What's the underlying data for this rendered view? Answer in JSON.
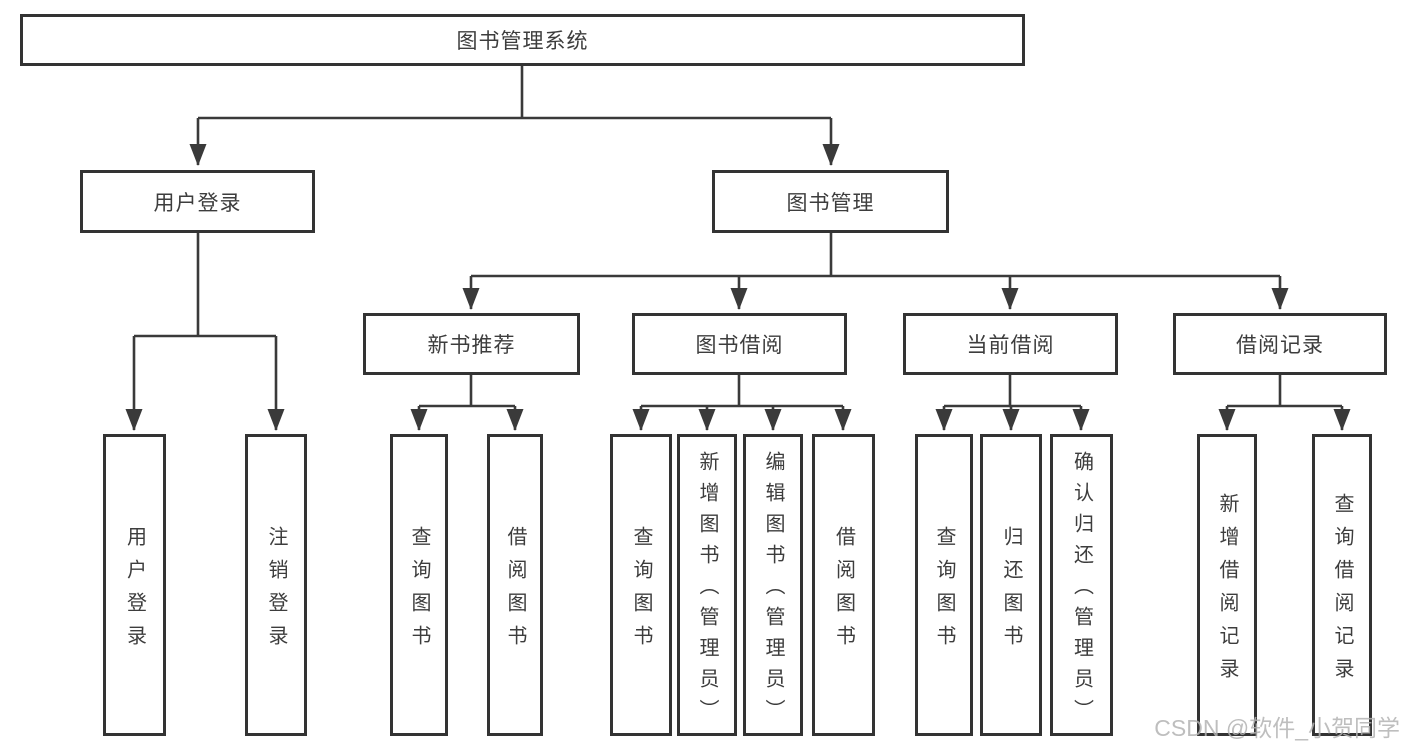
{
  "tree": {
    "label": "图书管理系统",
    "children": [
      {
        "label": "用户登录",
        "children": [
          {
            "label": "用户登录"
          },
          {
            "label": "注销登录"
          }
        ]
      },
      {
        "label": "图书管理",
        "children": [
          {
            "label": "新书推荐",
            "children": [
              {
                "label": "查询图书"
              },
              {
                "label": "借阅图书"
              }
            ]
          },
          {
            "label": "图书借阅",
            "children": [
              {
                "label": "查询图书"
              },
              {
                "label": "新增图书（管理员）"
              },
              {
                "label": "编辑图书（管理员）"
              },
              {
                "label": "借阅图书"
              }
            ]
          },
          {
            "label": "当前借阅",
            "children": [
              {
                "label": "查询图书"
              },
              {
                "label": "归还图书"
              },
              {
                "label": "确认归还（管理员）"
              }
            ]
          },
          {
            "label": "借阅记录",
            "children": [
              {
                "label": "新增借阅记录"
              },
              {
                "label": "查询借阅记录"
              }
            ]
          }
        ]
      }
    ]
  },
  "watermark": "CSDN @软件_小贺同学",
  "colors": {
    "line": "#3a3a3a",
    "box_border": "#333333",
    "text": "#3d3d3d",
    "watermark": "#b3b3b3"
  }
}
